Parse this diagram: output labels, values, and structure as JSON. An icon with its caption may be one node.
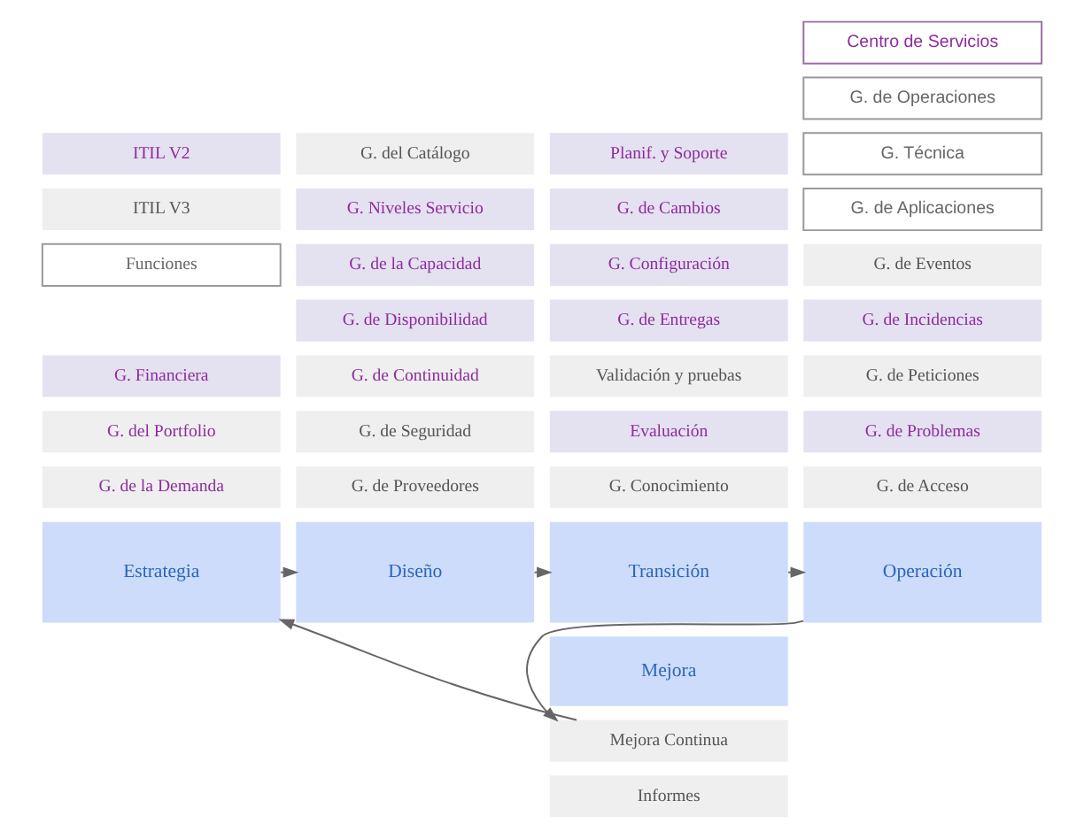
{
  "diagram": {
    "nodes": [
      {
        "text": [
          "ITIL V2"
        ]
      },
      {
        "text": [
          "ITIL V3"
        ]
      },
      {
        "text": [
          "Funciones"
        ]
      },
      {
        "text": [
          "G. Financiera"
        ]
      },
      {
        "text": [
          "G. del Portfolio"
        ]
      },
      {
        "text": [
          "G. de la Demanda"
        ]
      },
      {
        "text": [
          "Estrategia"
        ]
      },
      {
        "text": [
          "G. del Catálogo"
        ]
      },
      {
        "text": [
          "G. Niveles Servicio"
        ]
      },
      {
        "text": [
          "G. de la Capacidad"
        ]
      },
      {
        "text": [
          "G. de Disponibilidad"
        ]
      },
      {
        "text": [
          "G. de Continuidad"
        ]
      },
      {
        "text": [
          "G. de Seguridad"
        ]
      },
      {
        "text": [
          "G. de Proveedores"
        ]
      },
      {
        "text": [
          "Diseño"
        ]
      },
      {
        "text": [
          "Planif. y Soporte"
        ]
      },
      {
        "text": [
          "G. de Cambios"
        ]
      },
      {
        "text": [
          "G. Configuración"
        ]
      },
      {
        "text": [
          "G. de Entregas"
        ]
      },
      {
        "text": [
          "Validación y pruebas"
        ]
      },
      {
        "text": [
          "Evaluación"
        ]
      },
      {
        "text": [
          "G. Conocimiento"
        ]
      },
      {
        "text": [
          "Transición"
        ]
      },
      {
        "text": [
          "Centro de Servicios"
        ]
      },
      {
        "text": [
          "G. de Operaciones"
        ]
      },
      {
        "text": [
          "G. Técnica"
        ]
      },
      {
        "text": [
          "G. de Aplicaciones"
        ]
      },
      {
        "text": [
          "G. de Eventos"
        ]
      },
      {
        "text": [
          "G. de Incidencias"
        ]
      },
      {
        "text": [
          "G. de Peticiones"
        ]
      },
      {
        "text": [
          "G. de Problemas"
        ]
      },
      {
        "text": [
          "G. de Acceso"
        ]
      },
      {
        "text": [
          "Operación"
        ]
      },
      {
        "text": [
          "Mejora"
        ]
      },
      {
        "text": [
          "Mejora Continua"
        ]
      },
      {
        "text": [
          "Informes"
        ]
      }
    ],
    "edges": [
      {
        "from": 6,
        "to": 14,
        "arrow": "to"
      },
      {
        "from": 14,
        "to": 22,
        "arrow": "to"
      },
      {
        "from": 22,
        "to": 32,
        "arrow": "to"
      },
      {
        "from": 32,
        "to": 34,
        "arrow": "to"
      },
      {
        "from": 34,
        "to": 6,
        "arrow": "to"
      }
    ]
  }
}
